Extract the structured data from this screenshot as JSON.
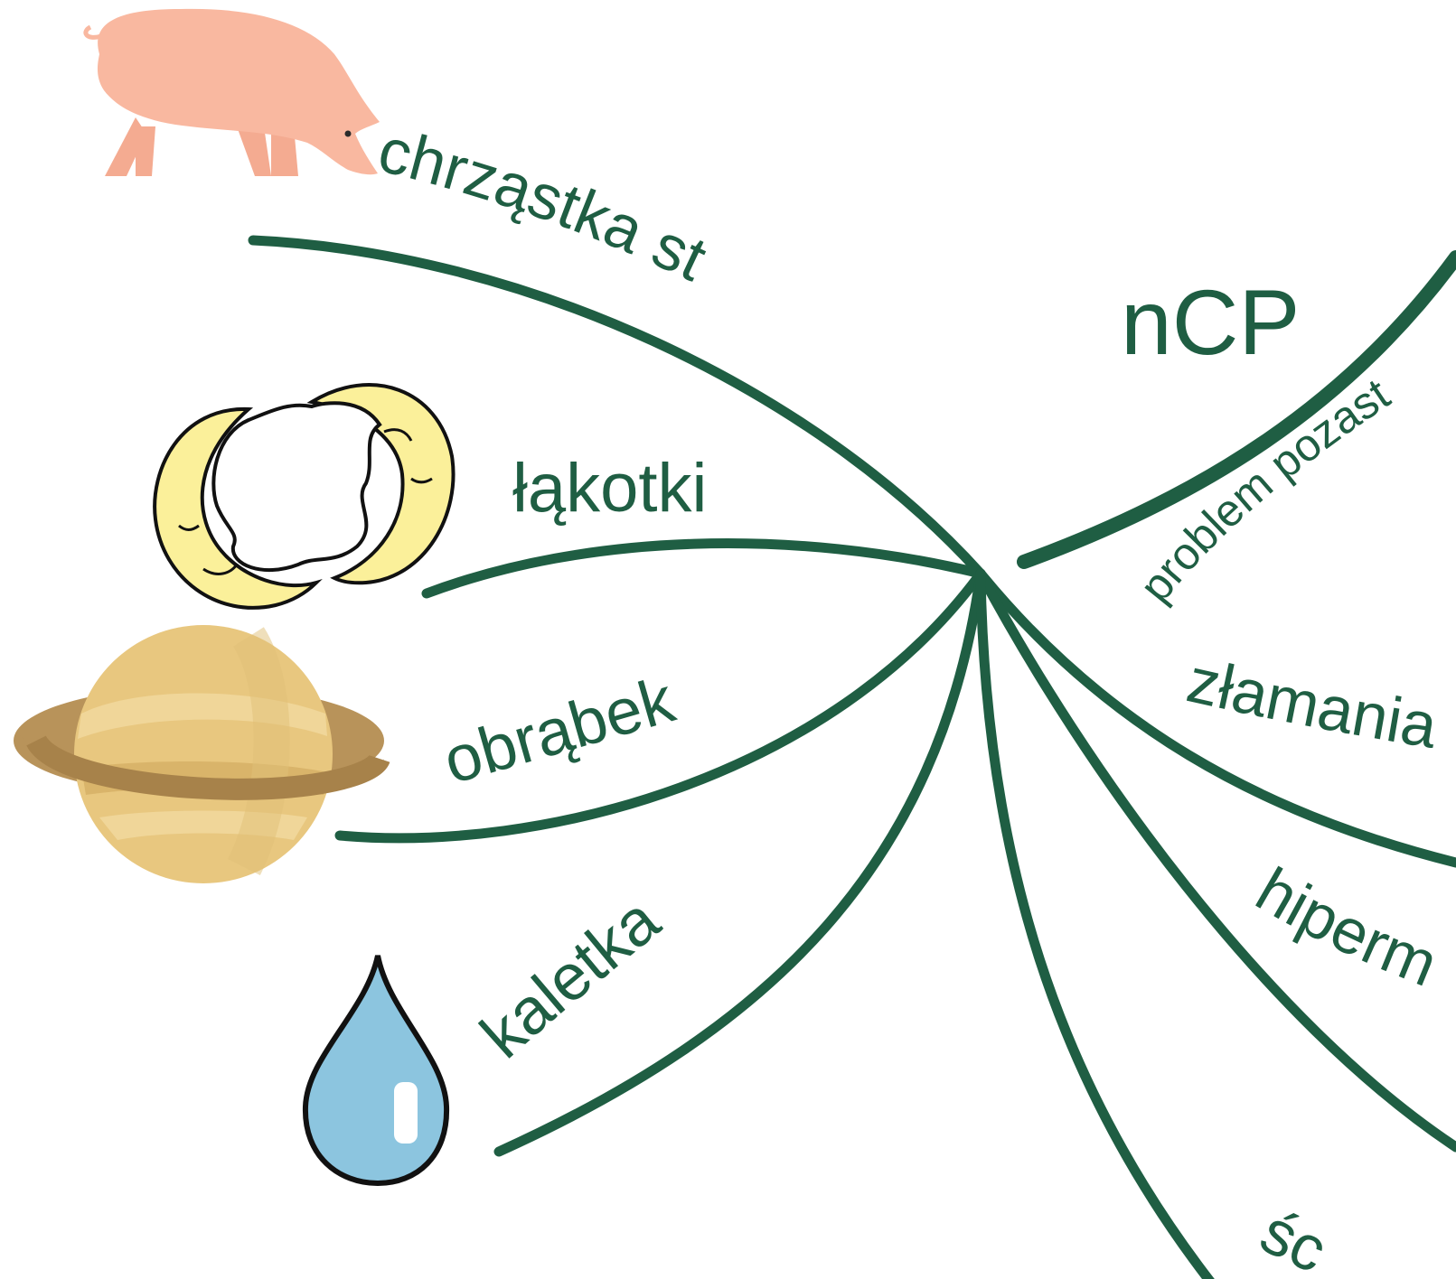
{
  "central": {
    "label": "nCP",
    "color": "#1f5e43"
  },
  "branches": [
    {
      "id": "chrzastka",
      "label": "chrząstka st",
      "icon": "pig-icon"
    },
    {
      "id": "lakotki",
      "label": "łąkotki",
      "icon": "moons-icon"
    },
    {
      "id": "obrabek",
      "label": "obrąbek",
      "icon": "saturn-icon"
    },
    {
      "id": "kaletka",
      "label": "kaletka",
      "icon": "water-drop-icon"
    },
    {
      "id": "problem",
      "label": "problem pozast"
    },
    {
      "id": "zlamania",
      "label": "złamania"
    },
    {
      "id": "hiperm",
      "label": "hiperm"
    },
    {
      "id": "sc",
      "label": "śc"
    }
  ]
}
